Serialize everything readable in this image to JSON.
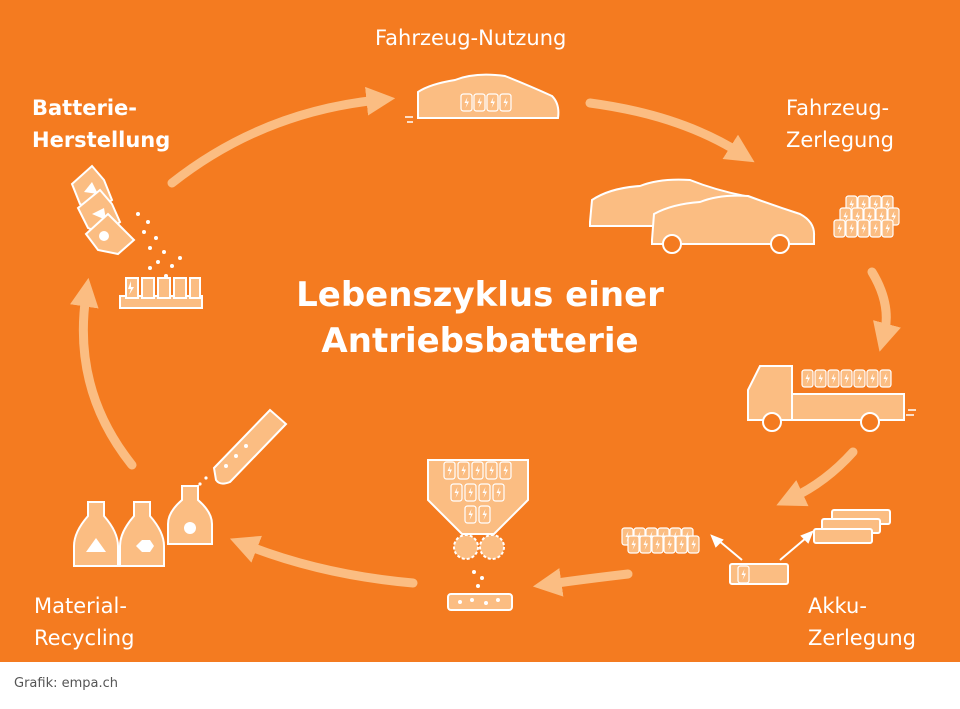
{
  "title": {
    "line1": "Lebenszyklus einer",
    "line2": "Antriebsbatterie"
  },
  "stages": {
    "nutzung": {
      "line1": "Fahrzeug-Nutzung"
    },
    "zerlegung": {
      "line1": "Fahrzeug-",
      "line2": "Zerlegung"
    },
    "akku": {
      "line1": "Akku-",
      "line2": "Zerlegung"
    },
    "recycling": {
      "line1": "Material-",
      "line2": "Recycling"
    },
    "herstellung": {
      "line1": "Batterie-",
      "line2": "Herstellung"
    }
  },
  "credit": "Grafik: empa.ch",
  "colors": {
    "background": "#f47b20",
    "icon_fill": "#fbbd82",
    "foreground": "#ffffff"
  },
  "icons": [
    "car-with-battery-icon",
    "cars-icon",
    "battery-stack-icon",
    "truck-icon",
    "battery-modules-icon",
    "battery-cells-icon",
    "shredder-icon",
    "bottles-icon",
    "test-tube-icon",
    "mixing-flasks-icon",
    "battery-cell-row-icon",
    "cycle-arrow-icon"
  ]
}
